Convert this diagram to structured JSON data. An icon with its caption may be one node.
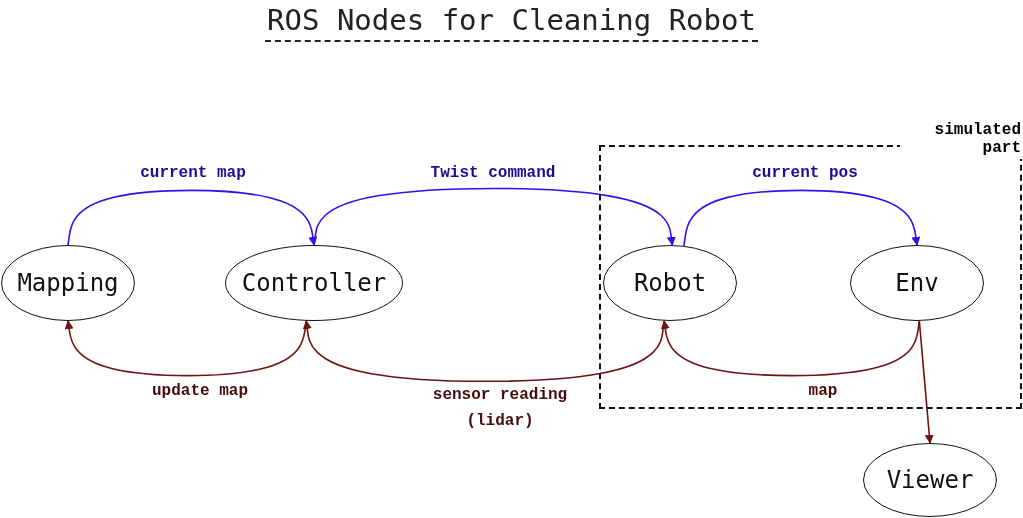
{
  "diagram": {
    "title": "ROS Nodes for Cleaning Robot",
    "nodes": [
      {
        "text": [
          "Mapping"
        ]
      },
      {
        "text": [
          "Controller"
        ]
      },
      {
        "text": [
          "simulated part"
        ]
      },
      {
        "text": [
          "Robot"
        ],
        "in": 2
      },
      {
        "text": [
          "Env"
        ],
        "in": 2
      },
      {
        "text": [
          "Viewer"
        ]
      }
    ],
    "edges": [
      {
        "from": 0,
        "to": 1,
        "arrow": "to",
        "label": "current map",
        "color": "#2e12ee"
      },
      {
        "from": 1,
        "to": 3,
        "arrow": "to",
        "label": "Twist command",
        "color": "#2e12ee"
      },
      {
        "from": 3,
        "to": 4,
        "arrow": "to",
        "label": "current pos",
        "color": "#2e12ee"
      },
      {
        "from": 4,
        "to": 3,
        "arrow": "to",
        "label": "map"
      },
      {
        "from": 3,
        "to": 1,
        "arrow": "to",
        "label": "sensor reading (lidar)"
      },
      {
        "from": 1,
        "to": 0,
        "arrow": "to",
        "label": "update map"
      },
      {
        "from": 4,
        "to": 5,
        "arrow": "to"
      }
    ]
  }
}
